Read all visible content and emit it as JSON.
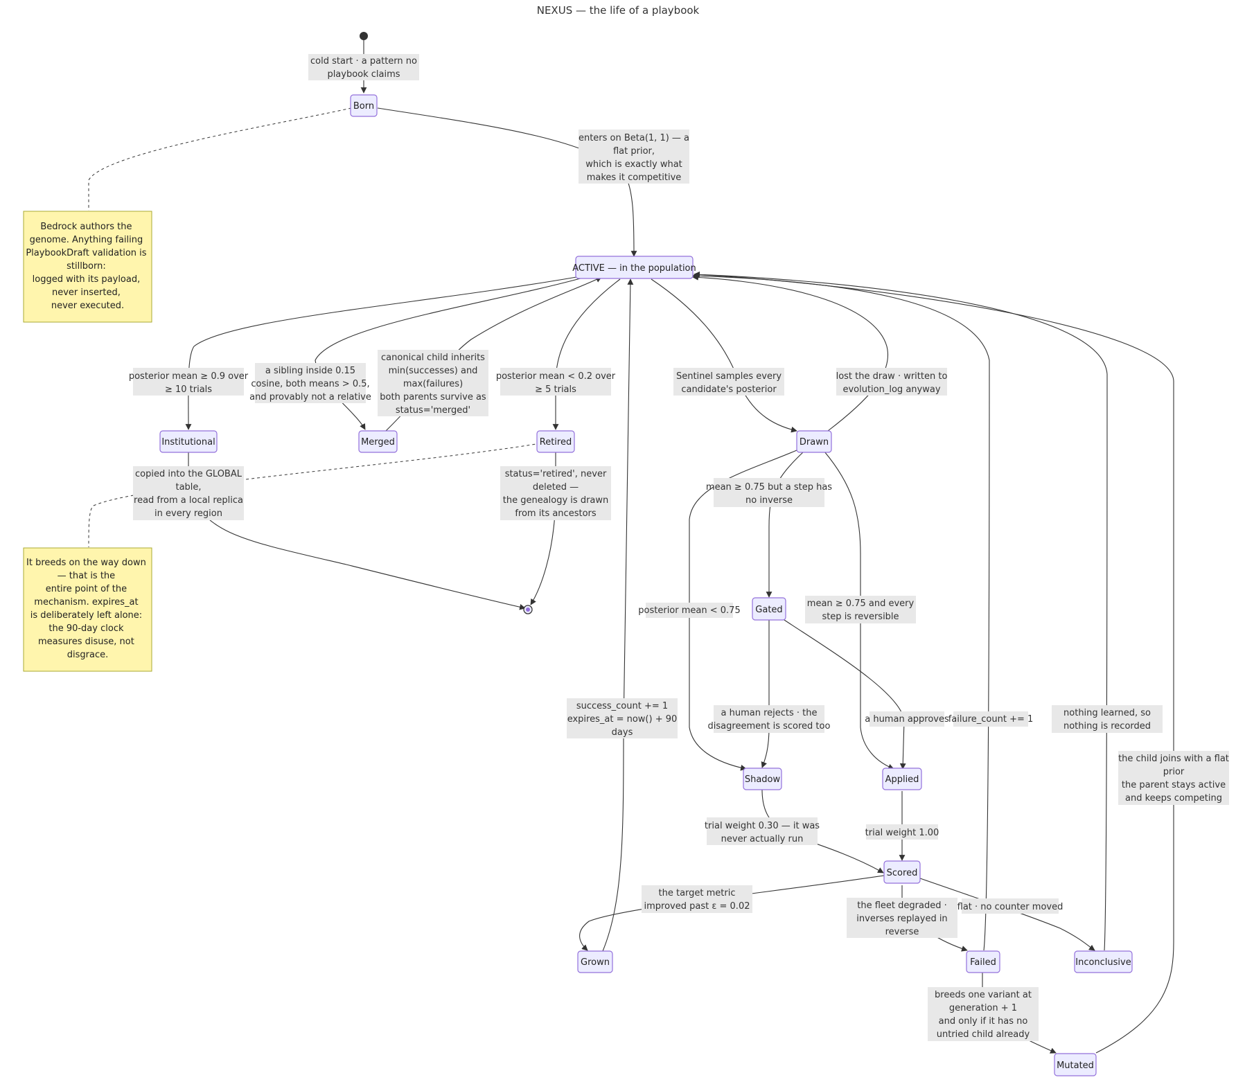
{
  "title": "NEXUS — the life of a playbook",
  "colors": {
    "state_fill": "#ECECFF",
    "state_border": "#9370DB",
    "label_fill": "#e8e8e8",
    "note_fill": "#fff5ad",
    "note_border": "#aaaa33",
    "edge": "#333333"
  },
  "states": {
    "born": "Born",
    "active": "ACTIVE — in the population",
    "institutional": "Institutional",
    "merged": "Merged",
    "retired": "Retired",
    "drawn": "Drawn",
    "gated": "Gated",
    "shadow": "Shadow",
    "applied": "Applied",
    "scored": "Scored",
    "grown": "Grown",
    "failed": "Failed",
    "inconclusive": "Inconclusive",
    "mutated": "Mutated"
  },
  "labels": {
    "cold_start": [
      "cold start · a pattern no",
      "playbook claims"
    ],
    "enters": [
      "enters on Beta(1, 1) — a",
      "flat prior,",
      "which is exactly what",
      "makes it competitive"
    ],
    "posterior_high": [
      "posterior mean ≥ 0.9 over",
      "≥ 10 trials"
    ],
    "sibling": [
      "a sibling inside 0.15",
      "cosine, both means > 0.5,",
      "and provably not a relative"
    ],
    "canonical": [
      "canonical child inherits",
      "min(successes) and",
      "max(failures)",
      "both parents survive as",
      "status='merged'"
    ],
    "posterior_low": [
      "posterior mean < 0.2 over",
      "≥ 5 trials"
    ],
    "sentinel": [
      "Sentinel samples every",
      "candidate's posterior"
    ],
    "lost_draw": [
      "lost the draw · written to",
      "evolution_log anyway"
    ],
    "copied": [
      "copied into the GLOBAL",
      "table,",
      "read from a local replica",
      "in every region"
    ],
    "status_retired": [
      "status='retired', never",
      "deleted —",
      "the genealogy is drawn",
      "from its ancestors"
    ],
    "no_inverse": [
      "mean ≥ 0.75 but a step has",
      "no inverse"
    ],
    "posterior_075": [
      "posterior mean < 0.75"
    ],
    "reversible": [
      "mean ≥ 0.75 and every",
      "step is reversible"
    ],
    "success_count": [
      "success_count += 1",
      "expires_at = now() + 90",
      "days"
    ],
    "human_rejects": [
      "a human rejects · the",
      "disagreement is scored too"
    ],
    "human_approves": [
      "a human approves"
    ],
    "failure_count": [
      "failure_count += 1"
    ],
    "nothing_learned": [
      "nothing learned, so",
      "nothing is recorded"
    ],
    "child_joins": [
      "the child joins with a flat",
      "prior",
      "the parent stays active",
      "and keeps competing"
    ],
    "trial_030": [
      "trial weight 0.30 — it was",
      "never actually run"
    ],
    "trial_100": [
      "trial weight 1.00"
    ],
    "target_metric": [
      "the target metric",
      "improved past ε = 0.02"
    ],
    "fleet_degraded": [
      "the fleet degraded ·",
      "inverses replayed in",
      "reverse"
    ],
    "flat": [
      "flat · no counter moved"
    ],
    "breeds": [
      "breeds one variant at",
      "generation + 1",
      "and only if it has no",
      "untried child already"
    ]
  },
  "notes": {
    "bedrock": [
      "Bedrock authors the",
      "genome. Anything failing",
      "PlaybookDraft validation is",
      "stillborn:",
      "logged with its payload,",
      "never inserted,",
      "never executed."
    ],
    "breeds_down": [
      "It breeds on the way down",
      "— that is the",
      "entire point of the",
      "mechanism. expires_at",
      "is deliberately left alone:",
      "the 90-day clock",
      "measures disuse, not",
      "disgrace."
    ]
  }
}
